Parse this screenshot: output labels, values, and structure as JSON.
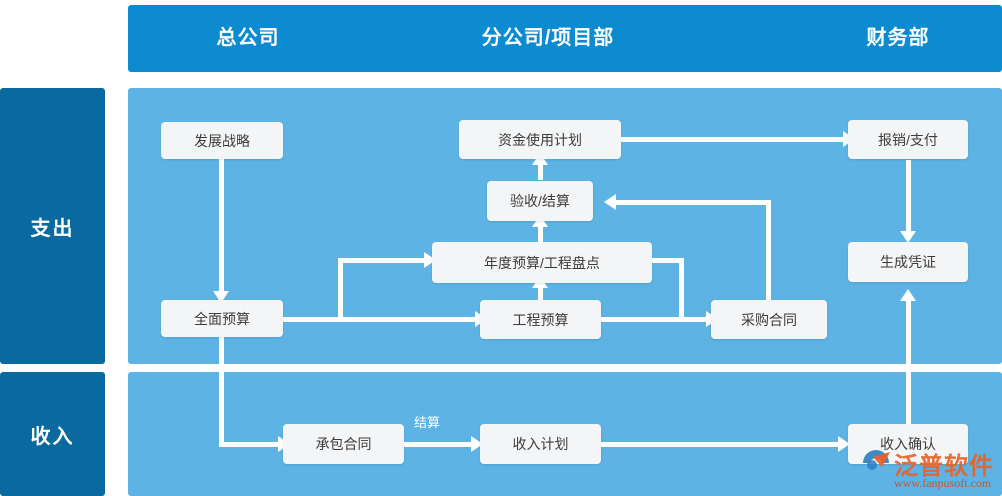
{
  "header": {
    "columns": [
      {
        "label": "总公司"
      },
      {
        "label": "分公司/项目部"
      },
      {
        "label": "财务部"
      }
    ]
  },
  "sidebar": {
    "items": [
      {
        "label": "支出"
      },
      {
        "label": "收入"
      }
    ]
  },
  "colors": {
    "header_blue": "#0c8bd0",
    "sidebar_blue": "#0a699e",
    "panel_blue": "#5cb3e4",
    "node_fill": "#f4f5f6",
    "connector": "#ffffff",
    "watermark_orange": "#e8622a"
  },
  "expenditure": {
    "nodes": [
      {
        "id": "dev-strategy",
        "label": "发展战略"
      },
      {
        "id": "overall-budget",
        "label": "全面预算"
      },
      {
        "id": "fund-use-plan",
        "label": "资金使用计划"
      },
      {
        "id": "accept-settle",
        "label": "验收/结算"
      },
      {
        "id": "annual-budget",
        "label": "年度预算/工程盘点"
      },
      {
        "id": "project-budget",
        "label": "工程预算"
      },
      {
        "id": "purchase-contract",
        "label": "采购合同"
      },
      {
        "id": "reimburse-pay",
        "label": "报销/支付"
      },
      {
        "id": "generate-voucher",
        "label": "生成凭证"
      }
    ]
  },
  "income": {
    "nodes": [
      {
        "id": "contracting",
        "label": "承包合同"
      },
      {
        "id": "income-plan",
        "label": "收入计划"
      },
      {
        "id": "income-confirm",
        "label": "收入确认"
      }
    ],
    "edge_labels": [
      {
        "id": "settlement",
        "label": "结算"
      }
    ]
  },
  "watermark": {
    "brand": "泛普软件",
    "url": "www.fanpusoft.com"
  }
}
